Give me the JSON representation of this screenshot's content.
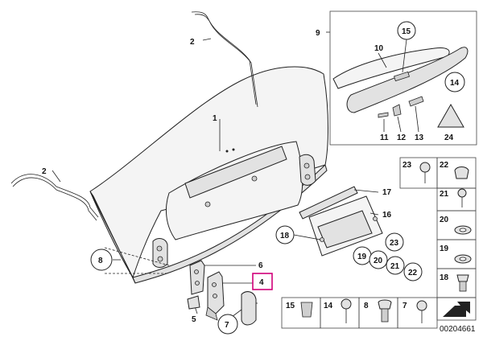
{
  "labels": {
    "p1": "1",
    "p2a": "2",
    "p2b": "2",
    "p4": "4",
    "p5": "5",
    "p6": "6",
    "p7": "7",
    "p8": "8",
    "p9": "9",
    "p10": "10",
    "p11": "11",
    "p12": "12",
    "p13": "13",
    "p14": "14",
    "p15": "15",
    "p16": "16",
    "p17": "17",
    "p18": "18",
    "p19": "19",
    "p20": "20",
    "p21": "21",
    "p22": "22",
    "p23": "23",
    "p24": "24"
  },
  "grid": {
    "r1c1": "23",
    "r1c2": "22",
    "r2": "21",
    "r3": "20",
    "r4": "19",
    "r5": "18",
    "b15": "15",
    "b14": "14",
    "b8": "8",
    "b7": "7"
  },
  "diagram_id": "00204661",
  "colors": {
    "highlight": "#d1007a",
    "line": "#222222"
  }
}
